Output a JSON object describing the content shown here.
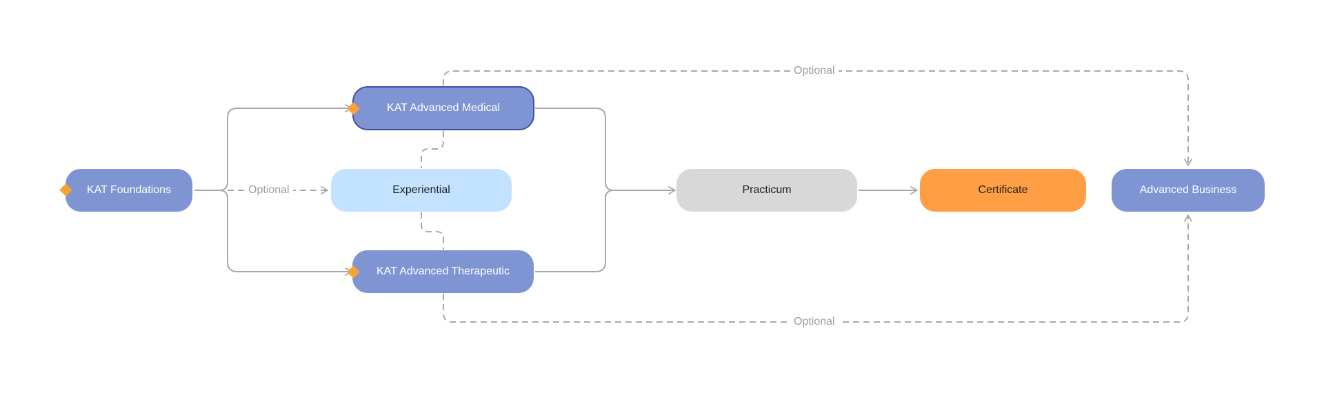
{
  "diagram": {
    "nodes": {
      "foundations": {
        "label": "KAT Foundations"
      },
      "advanced_medical": {
        "label": "KAT Advanced Medical"
      },
      "experiential": {
        "label": "Experiential"
      },
      "advanced_therapeutic": {
        "label": "KAT Advanced Therapeutic"
      },
      "practicum": {
        "label": "Practicum"
      },
      "certificate": {
        "label": "Certificate"
      },
      "advanced_business": {
        "label": "Advanced Business"
      }
    },
    "edge_labels": {
      "foundations_to_experiential": "Optional",
      "medical_to_business": "Optional",
      "therapeutic_to_business": "Optional"
    },
    "colors": {
      "module_blue": "#7f95d3",
      "selected_border": "#3f4fa6",
      "experiential_fill": "#c3e2ff",
      "practicum_fill": "#d8d8d8",
      "certificate_fill": "#ff9e44",
      "start_marker": "#f7a233",
      "connector": "#a8a8a8"
    }
  }
}
